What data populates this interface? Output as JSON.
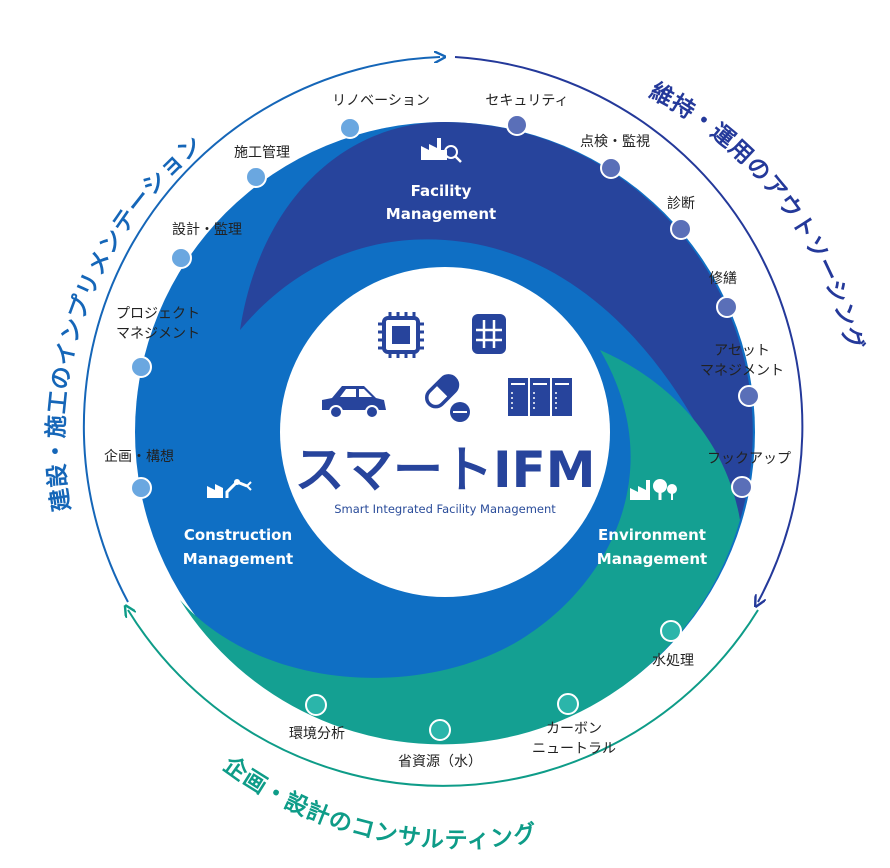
{
  "center": {
    "title": "スマートIFM",
    "subtitle": "Smart Integrated Facility Management",
    "icons": [
      "chip-icon",
      "sim-card-icon",
      "car-icon",
      "capsule-pill-icon",
      "server-rack-icon"
    ]
  },
  "sectors": [
    {
      "id": "facility",
      "line1": "Facility",
      "line2": "Management",
      "color": "#27449c",
      "icon": "factory-analytics-icon"
    },
    {
      "id": "construction",
      "line1": "Construction",
      "line2": "Management",
      "color": "#0f6fc4",
      "icon": "factory-robot-arm-icon"
    },
    {
      "id": "environment",
      "line1": "Environment",
      "line2": "Management",
      "color": "#14a092",
      "icon": "factory-trees-icon"
    }
  ],
  "outer_arcs": [
    {
      "text": "建設・施工のインプリメンテーション",
      "color": "#1566b8"
    },
    {
      "text": "維持・運用のアウトソーシング",
      "color": "#24399a"
    },
    {
      "text": "企画・設計のコンサルティング",
      "color": "#0e9c88"
    }
  ],
  "nodes": [
    {
      "name": "planning-concept",
      "lines": [
        "企画・構想"
      ],
      "group": "construction"
    },
    {
      "name": "project-management",
      "lines": [
        "プロジェクト",
        "マネジメント"
      ],
      "group": "construction"
    },
    {
      "name": "design-supervision",
      "lines": [
        "設計・監理"
      ],
      "group": "construction"
    },
    {
      "name": "construction-management",
      "lines": [
        "施工管理"
      ],
      "group": "construction"
    },
    {
      "name": "renovation",
      "lines": [
        "リノベーション"
      ],
      "group": "construction"
    },
    {
      "name": "security",
      "lines": [
        "セキュリティ"
      ],
      "group": "facility"
    },
    {
      "name": "inspection-monitoring",
      "lines": [
        "点検・監視"
      ],
      "group": "facility"
    },
    {
      "name": "diagnosis",
      "lines": [
        "診断"
      ],
      "group": "facility"
    },
    {
      "name": "repair",
      "lines": [
        "修繕"
      ],
      "group": "facility"
    },
    {
      "name": "asset-management",
      "lines": [
        "アセット",
        "マネジメント"
      ],
      "group": "facility"
    },
    {
      "name": "backup",
      "lines": [
        "フックアップ"
      ],
      "group": "facility"
    },
    {
      "name": "water-treatment",
      "lines": [
        "水処理"
      ],
      "group": "environment"
    },
    {
      "name": "carbon-neutral",
      "lines": [
        "カーボン",
        "ニュートラル"
      ],
      "group": "environment"
    },
    {
      "name": "resource-saving-water",
      "lines": [
        "省資源（水）"
      ],
      "group": "environment"
    },
    {
      "name": "environmental-analysis",
      "lines": [
        "環境分析"
      ],
      "group": "environment"
    }
  ],
  "colors": {
    "facility": "#27449c",
    "construction": "#0f6fc4",
    "environment": "#14a092",
    "node_facility": "#5a6fb8",
    "node_construction": "#6aa7e0",
    "node_environment": "#2bb5aa",
    "subtitle": "#2a4c9a",
    "title": "#27449c"
  }
}
